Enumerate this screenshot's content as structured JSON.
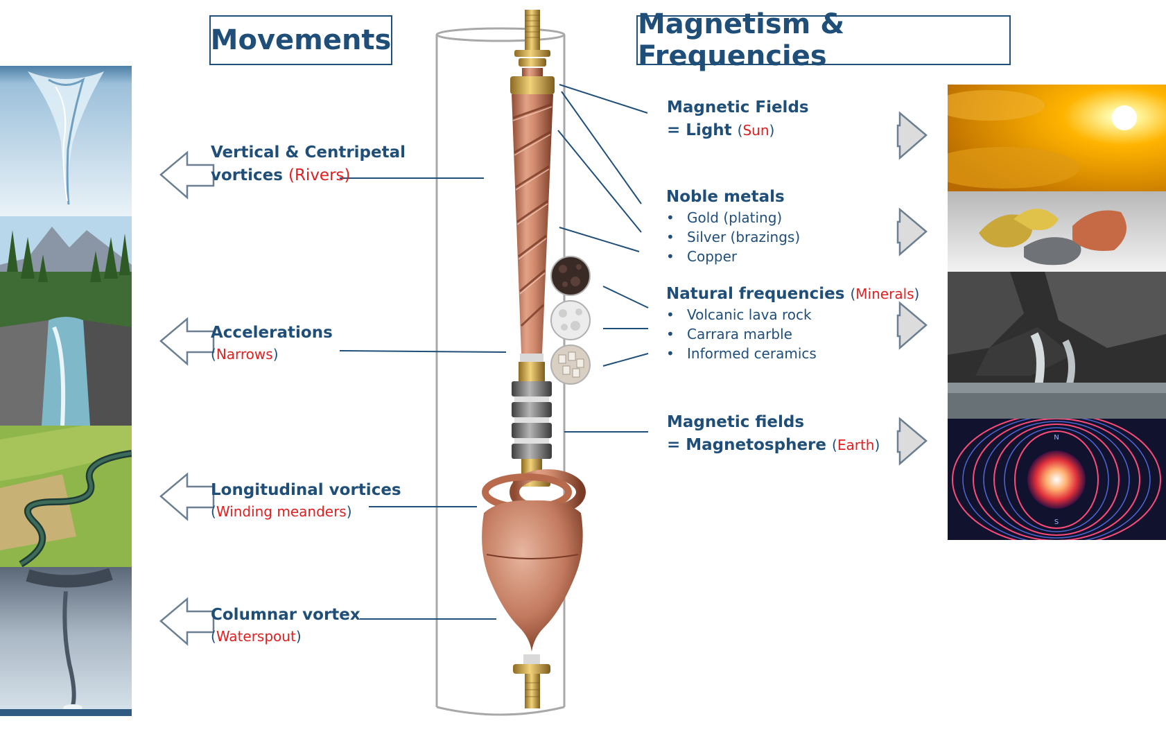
{
  "left_heading": "Movements",
  "right_heading": "Magnetism & Frequencies",
  "movements": [
    {
      "line1": "Vertical & Centripetal",
      "line2": "vortices",
      "note": "Rivers"
    },
    {
      "line1": "Accelerations",
      "note": "Narrows"
    },
    {
      "line1": "Longitudinal vortices",
      "note": "Winding meanders"
    },
    {
      "line1": "Columnar vortex",
      "note": "Waterspout"
    }
  ],
  "magnetism": {
    "fields_light": {
      "line1": "Magnetic Fields",
      "line2": "= Light",
      "note": "Sun"
    },
    "noble_metals": {
      "title": "Noble metals",
      "items": [
        "Gold (plating)",
        "Silver (brazings)",
        "Copper"
      ]
    },
    "frequencies": {
      "title": "Natural frequencies",
      "note": "Minerals",
      "items": [
        "Volcanic lava rock",
        "Carrara marble",
        "Informed ceramics"
      ]
    },
    "fields_earth": {
      "line1": "Magnetic fields",
      "line2": "= Magnetosphere",
      "note": "Earth"
    }
  },
  "bullet_glyph": "•",
  "paren_open": "(",
  "paren_close": ")",
  "globe_pole_north": "N",
  "globe_pole_south": "S",
  "colors": {
    "heading": "#1f4e79",
    "note": "#e02020",
    "copper": "#c8826a",
    "brass": "#c9a24a"
  }
}
